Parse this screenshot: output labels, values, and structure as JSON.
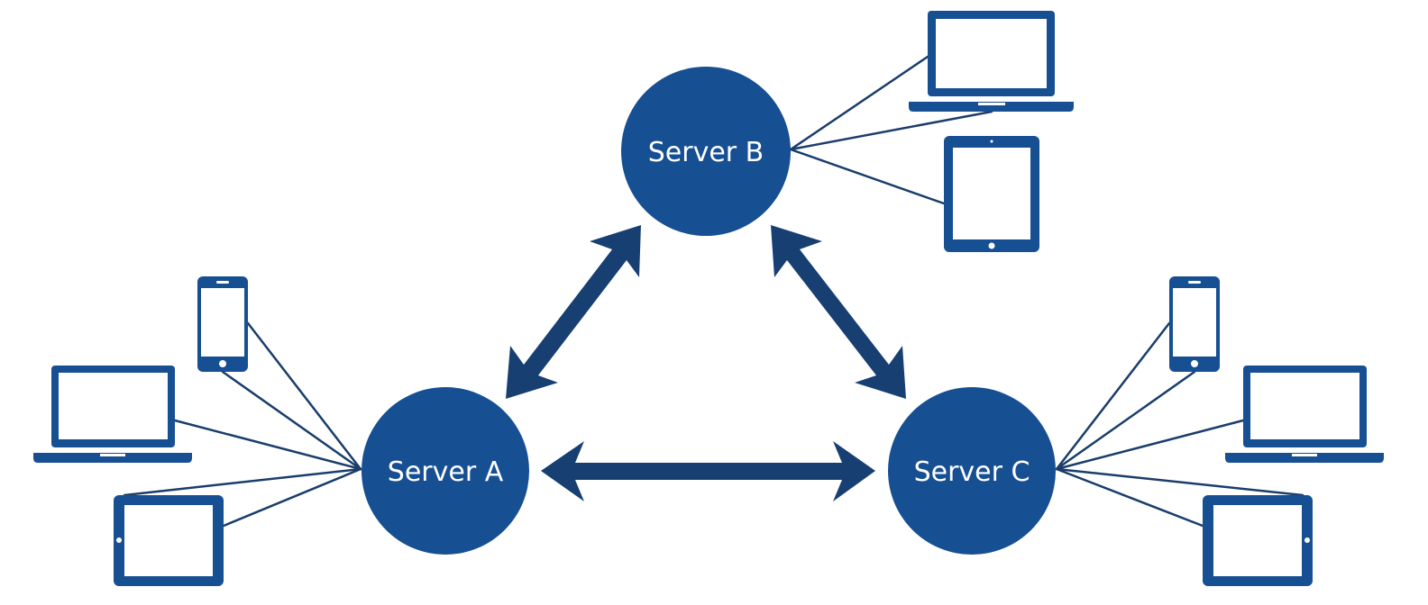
{
  "colors": {
    "background": "#ffffff",
    "server_fill": "#174f93",
    "server_text": "#ffffff",
    "arrow": "#173f72",
    "device_stroke": "#174f93",
    "line": "#1a3d6b"
  },
  "servers": {
    "a": {
      "label": "Server A"
    },
    "b": {
      "label": "Server B"
    },
    "c": {
      "label": "Server C"
    }
  },
  "links": [
    {
      "from": "Server A",
      "to": "Server B",
      "direction": "bidirectional"
    },
    {
      "from": "Server B",
      "to": "Server C",
      "direction": "bidirectional"
    },
    {
      "from": "Server A",
      "to": "Server C",
      "direction": "bidirectional"
    }
  ],
  "clients": {
    "server_a": [
      "smartphone-icon",
      "laptop-icon",
      "tablet-icon"
    ],
    "server_b": [
      "laptop-icon",
      "tablet-icon"
    ],
    "server_c": [
      "smartphone-icon",
      "laptop-icon",
      "tablet-icon"
    ]
  }
}
